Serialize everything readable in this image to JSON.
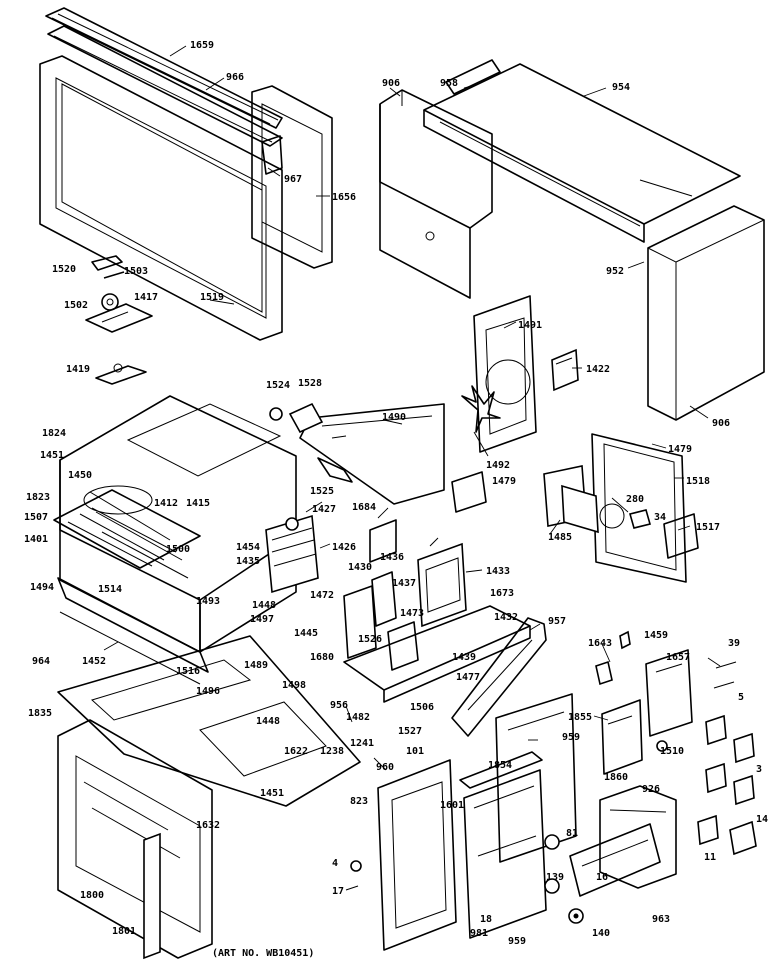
{
  "art_number": "(ART NO. WB10451)",
  "labels": [
    {
      "id": "p1659",
      "text": "1659"
    },
    {
      "id": "p966",
      "text": "966"
    },
    {
      "id": "p967",
      "text": "967"
    },
    {
      "id": "p1656",
      "text": "1656"
    },
    {
      "id": "p1519",
      "text": "1519"
    },
    {
      "id": "p1520",
      "text": "1520"
    },
    {
      "id": "p1503",
      "text": "1503"
    },
    {
      "id": "p1502",
      "text": "1502"
    },
    {
      "id": "p1417",
      "text": "1417"
    },
    {
      "id": "p1419",
      "text": "1419"
    },
    {
      "id": "p906a",
      "text": "906"
    },
    {
      "id": "p958",
      "text": "958"
    },
    {
      "id": "p954",
      "text": "954"
    },
    {
      "id": "p952",
      "text": "952"
    },
    {
      "id": "p906b",
      "text": "906"
    },
    {
      "id": "p1491",
      "text": "1491"
    },
    {
      "id": "p1422",
      "text": "1422"
    },
    {
      "id": "p1524",
      "text": "1524"
    },
    {
      "id": "p1528",
      "text": "1528"
    },
    {
      "id": "p1490",
      "text": "1490"
    },
    {
      "id": "p1492",
      "text": "1492"
    },
    {
      "id": "p1479a",
      "text": "1479"
    },
    {
      "id": "p1479b",
      "text": "1479"
    },
    {
      "id": "p1518",
      "text": "1518"
    },
    {
      "id": "p1824",
      "text": "1824"
    },
    {
      "id": "p1451",
      "text": "1451"
    },
    {
      "id": "p1823",
      "text": "1823"
    },
    {
      "id": "p1450",
      "text": "1450"
    },
    {
      "id": "p1507",
      "text": "1507"
    },
    {
      "id": "p1401",
      "text": "1401"
    },
    {
      "id": "p1412",
      "text": "1412"
    },
    {
      "id": "p1415",
      "text": "1415"
    },
    {
      "id": "p1500",
      "text": "1500"
    },
    {
      "id": "p1525",
      "text": "1525"
    },
    {
      "id": "p1427",
      "text": "1427"
    },
    {
      "id": "p1684",
      "text": "1684"
    },
    {
      "id": "p1485",
      "text": "1485"
    },
    {
      "id": "p280",
      "text": "280"
    },
    {
      "id": "p34",
      "text": "34"
    },
    {
      "id": "p1517",
      "text": "1517"
    },
    {
      "id": "p1494",
      "text": "1494"
    },
    {
      "id": "p1514",
      "text": "1514"
    },
    {
      "id": "p1493",
      "text": "1493"
    },
    {
      "id": "p1454",
      "text": "1454"
    },
    {
      "id": "p1435",
      "text": "1435"
    },
    {
      "id": "p1426",
      "text": "1426"
    },
    {
      "id": "p1436",
      "text": "1436"
    },
    {
      "id": "p1433",
      "text": "1433"
    },
    {
      "id": "p1430",
      "text": "1430"
    },
    {
      "id": "p1437",
      "text": "1437"
    },
    {
      "id": "p1448a",
      "text": "1448"
    },
    {
      "id": "p1472",
      "text": "1472"
    },
    {
      "id": "p1473",
      "text": "1473"
    },
    {
      "id": "p1673",
      "text": "1673"
    },
    {
      "id": "p1432",
      "text": "1432"
    },
    {
      "id": "p957",
      "text": "957"
    },
    {
      "id": "p964",
      "text": "964"
    },
    {
      "id": "p1452",
      "text": "1452"
    },
    {
      "id": "p1516",
      "text": "1516"
    },
    {
      "id": "p1497",
      "text": "1497"
    },
    {
      "id": "p1445",
      "text": "1445"
    },
    {
      "id": "p1680",
      "text": "1680"
    },
    {
      "id": "p1526",
      "text": "1526"
    },
    {
      "id": "p1439",
      "text": "1439"
    },
    {
      "id": "p1643",
      "text": "1643"
    },
    {
      "id": "p1459",
      "text": "1459"
    },
    {
      "id": "p39",
      "text": "39"
    },
    {
      "id": "p1489",
      "text": "1489"
    },
    {
      "id": "p1498",
      "text": "1498"
    },
    {
      "id": "p1657",
      "text": "1657"
    },
    {
      "id": "p1477",
      "text": "1477"
    },
    {
      "id": "p5",
      "text": "5"
    },
    {
      "id": "p1496",
      "text": "1496"
    },
    {
      "id": "p956",
      "text": "956"
    },
    {
      "id": "p1506",
      "text": "1506"
    },
    {
      "id": "p1482",
      "text": "1482"
    },
    {
      "id": "p1448b",
      "text": "1448"
    },
    {
      "id": "p1527",
      "text": "1527"
    },
    {
      "id": "p1855",
      "text": "1855"
    },
    {
      "id": "p1835",
      "text": "1835"
    },
    {
      "id": "p1241",
      "text": "1241"
    },
    {
      "id": "p959a",
      "text": "959"
    },
    {
      "id": "p1622",
      "text": "1622"
    },
    {
      "id": "p1238",
      "text": "1238"
    },
    {
      "id": "p101",
      "text": "101"
    },
    {
      "id": "p1510",
      "text": "1510"
    },
    {
      "id": "p3",
      "text": "3"
    },
    {
      "id": "p1854",
      "text": "1854"
    },
    {
      "id": "p1860",
      "text": "1860"
    },
    {
      "id": "p960",
      "text": "960"
    },
    {
      "id": "p1451b",
      "text": "1451"
    },
    {
      "id": "p926",
      "text": "926"
    },
    {
      "id": "p823",
      "text": "823"
    },
    {
      "id": "p1601",
      "text": "1601"
    },
    {
      "id": "p81",
      "text": "81"
    },
    {
      "id": "p1632",
      "text": "1632"
    },
    {
      "id": "p14",
      "text": "14"
    },
    {
      "id": "p11",
      "text": "11"
    },
    {
      "id": "p4",
      "text": "4"
    },
    {
      "id": "p139",
      "text": "139"
    },
    {
      "id": "p16",
      "text": "16"
    },
    {
      "id": "p1800",
      "text": "1800"
    },
    {
      "id": "p17",
      "text": "17"
    },
    {
      "id": "p963",
      "text": "963"
    },
    {
      "id": "p1801",
      "text": "1801"
    },
    {
      "id": "p18",
      "text": "18"
    },
    {
      "id": "p981",
      "text": "981"
    },
    {
      "id": "p140",
      "text": "140"
    },
    {
      "id": "p959b",
      "text": "959"
    }
  ]
}
